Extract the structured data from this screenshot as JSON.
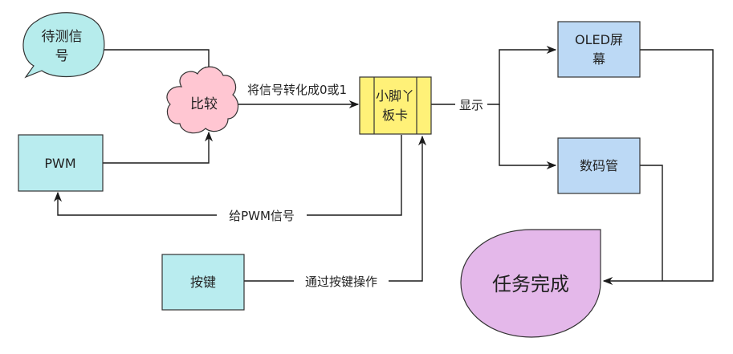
{
  "nodes": {
    "signal": {
      "line1": "待测信",
      "line2": "号",
      "fill": "#b6ecec"
    },
    "compare": {
      "label": "比较",
      "fill": "#ffc6d2"
    },
    "pwm": {
      "label": "PWM",
      "fill": "#b9ecef"
    },
    "card": {
      "line1": "小脚丫",
      "line2": "板卡",
      "fill": "#fff178"
    },
    "oled": {
      "line1": "OLED屏",
      "line2": "幕",
      "fill": "#bcd9f5"
    },
    "seg": {
      "label": "数码管",
      "fill": "#bcd9f5"
    },
    "key": {
      "label": "按键",
      "fill": "#b9ecef"
    },
    "done": {
      "label": "任务完成",
      "fill": "#e4b8ea"
    }
  },
  "edges": {
    "to_card": "将信号转化成0或1",
    "display": "显示",
    "give_pwm": "给PWM信号",
    "by_key": "通过按键操作"
  }
}
